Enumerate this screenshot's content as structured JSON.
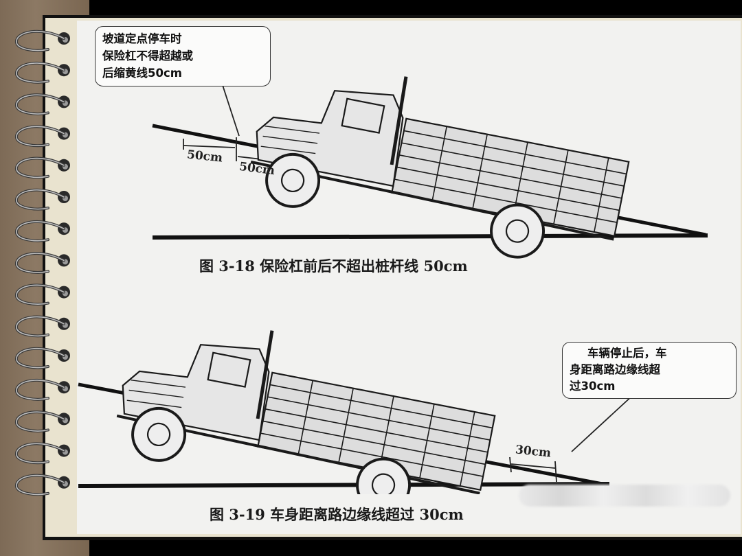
{
  "figure_top": {
    "callout_lines": [
      "坡道定点停车时",
      "保险杠不得超越或",
      "后缩黄线50cm"
    ],
    "dim_left": "50cm",
    "dim_right": "50cm",
    "caption": "图 3-18    保险杠前后不超出桩杆线 50cm"
  },
  "figure_bottom": {
    "callout_lines": [
      "车辆停止后，车",
      "身距离路边缘线超",
      "过30cm"
    ],
    "dim": "30cm",
    "caption": "图 3-19    车身距离路边缘线超过 30cm"
  },
  "icons": {
    "binder": "spiral-binder-ring-icon",
    "truck": "truck-illustration"
  },
  "colors": {
    "background": "#000000",
    "wood": "#8c7964",
    "page": "#f2f2f0",
    "ink": "#1a1a1a"
  }
}
